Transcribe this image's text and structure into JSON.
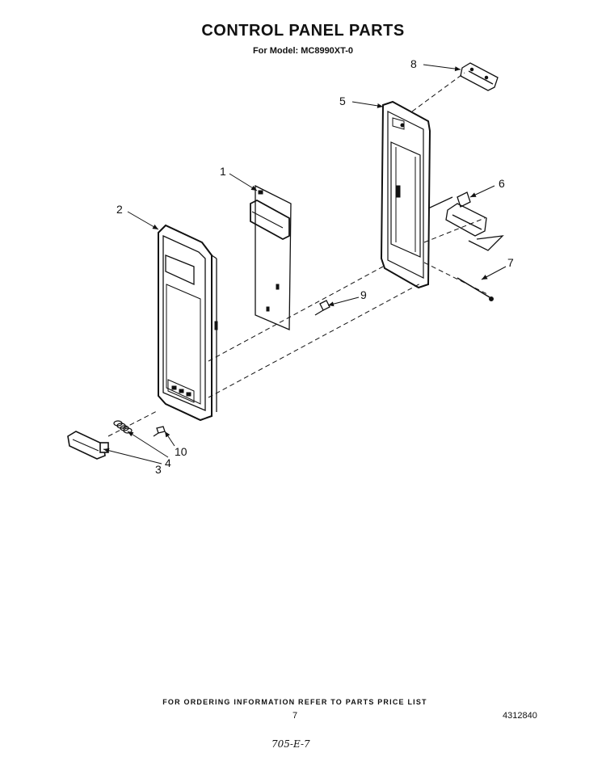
{
  "header": {
    "title": "CONTROL PANEL PARTS",
    "subtitle": "For Model: MC8990XT-0"
  },
  "callouts": [
    {
      "number": "1"
    },
    {
      "number": "2"
    },
    {
      "number": "3"
    },
    {
      "number": "4"
    },
    {
      "number": "5"
    },
    {
      "number": "6"
    },
    {
      "number": "7"
    },
    {
      "number": "8"
    },
    {
      "number": "9"
    },
    {
      "number": "10"
    }
  ],
  "footer": {
    "ordering_note": "FOR ORDERING INFORMATION REFER TO PARTS PRICE LIST",
    "page_number": "7",
    "document_number": "4312840",
    "handwritten_note": "705-E-7"
  },
  "colors": {
    "ink": "#111111",
    "background": "#ffffff"
  }
}
